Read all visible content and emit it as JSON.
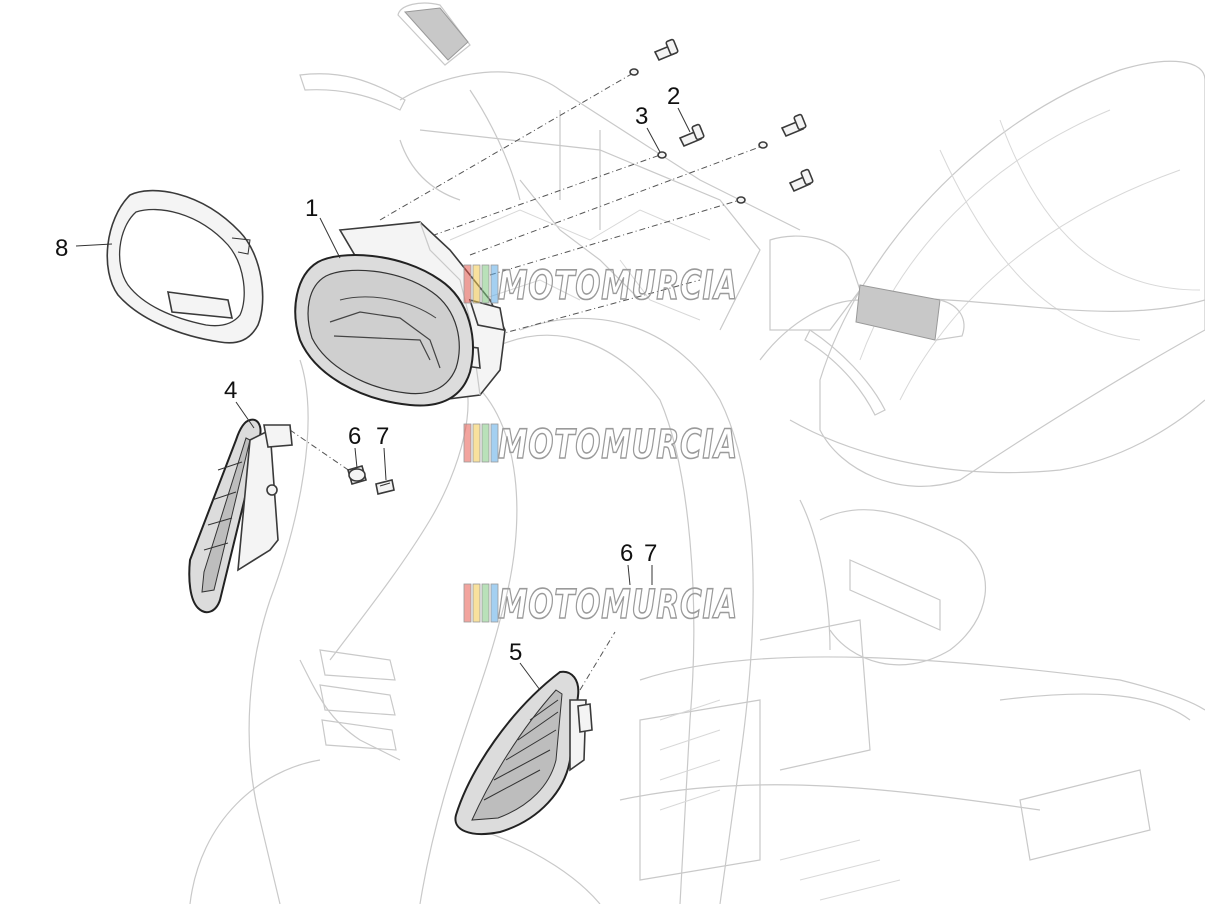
{
  "callouts": [
    {
      "id": "c1",
      "label": "1"
    },
    {
      "id": "c2",
      "label": "2"
    },
    {
      "id": "c3",
      "label": "3"
    },
    {
      "id": "c4",
      "label": "4"
    },
    {
      "id": "c5",
      "label": "5"
    },
    {
      "id": "c6a",
      "label": "6"
    },
    {
      "id": "c7a",
      "label": "7"
    },
    {
      "id": "c6b",
      "label": "6"
    },
    {
      "id": "c7b",
      "label": "7"
    },
    {
      "id": "c8",
      "label": "8"
    }
  ],
  "watermark": {
    "text": "MOTOMURCIA",
    "colors": [
      "#e85a4f",
      "#f2c94c",
      "#7fc97f",
      "#5aa9e6"
    ]
  },
  "parts": {
    "headlight": "headlight-assembly",
    "bezel": "headlight-bezel",
    "left_indicator": "front-left-turn-signal",
    "right_indicator": "front-right-turn-signal"
  }
}
